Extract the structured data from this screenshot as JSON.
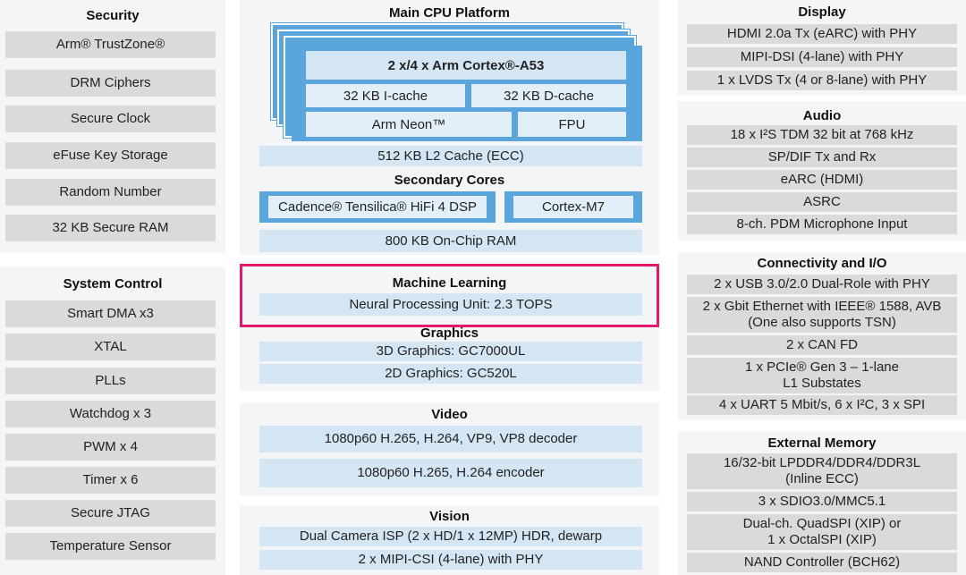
{
  "security": {
    "title": "Security",
    "items": [
      "Arm® TrustZone®",
      "DRM Ciphers",
      "Secure Clock",
      "eFuse Key Storage",
      "Random Number",
      "32 KB Secure RAM"
    ]
  },
  "system_control": {
    "title": "System Control",
    "items": [
      "Smart DMA x3",
      "XTAL",
      "PLLs",
      "Watchdog x 3",
      "PWM x 4",
      "Timer x 6",
      "Secure JTAG",
      "Temperature Sensor"
    ]
  },
  "cpu": {
    "title": "Main CPU Platform",
    "core": "2 x/4 x Arm Cortex®-A53",
    "icache": "32 KB I-cache",
    "dcache": "32 KB D-cache",
    "neon": "Arm Neon™",
    "fpu": "FPU",
    "l2": "512 KB L2 Cache (ECC)"
  },
  "secondary": {
    "title": "Secondary Cores",
    "dsp": "Cadence® Tensilica® HiFi 4 DSP",
    "m7": "Cortex-M7",
    "ram": "800 KB On-Chip RAM"
  },
  "ml": {
    "title": "Machine Learning",
    "npu": "Neural Processing Unit: 2.3 TOPS",
    "highlight_color": "#e3196b"
  },
  "graphics": {
    "title": "Graphics",
    "items": [
      "3D Graphics: GC7000UL",
      "2D Graphics: GC520L"
    ]
  },
  "video": {
    "title": "Video",
    "items": [
      "1080p60 H.265, H.264, VP9, VP8 decoder",
      "1080p60 H.265, H.264 encoder"
    ]
  },
  "vision": {
    "title": "Vision",
    "items": [
      "Dual Camera ISP (2 x HD/1 x 12MP) HDR, dewarp",
      "2 x MIPI-CSI (4-lane) with PHY"
    ]
  },
  "display": {
    "title": "Display",
    "items": [
      "HDMI 2.0a Tx (eARC) with PHY",
      "MIPI-DSI (4-lane) with PHY",
      "1 x LVDS Tx (4 or 8-lane) with PHY"
    ]
  },
  "audio": {
    "title": "Audio",
    "items": [
      "18 x I²S TDM 32 bit at 768 kHz",
      "SP/DIF Tx and Rx",
      "eARC (HDMI)",
      "ASRC",
      "8-ch. PDM Microphone Input"
    ]
  },
  "connectivity": {
    "title": "Connectivity and I/O",
    "items": [
      "2 x USB 3.0/2.0 Dual-Role with PHY",
      "2 x Gbit Ethernet with IEEE® 1588, AVB\n(One also supports TSN)",
      "2 x CAN FD",
      "1 x PCIe® Gen 3 – 1-lane\nL1 Substates",
      "4 x UART 5 Mbit/s, 6 x I²C, 3 x SPI"
    ]
  },
  "external_memory": {
    "title": "External Memory",
    "items": [
      "16/32-bit LPDDR4/DDR4/DDR3L\n(Inline ECC)",
      "3 x SDIO3.0/MMC5.1",
      "Dual-ch. QuadSPI (XIP) or\n1 x OctalSPI (XIP)",
      "NAND Controller (BCH62)"
    ]
  }
}
